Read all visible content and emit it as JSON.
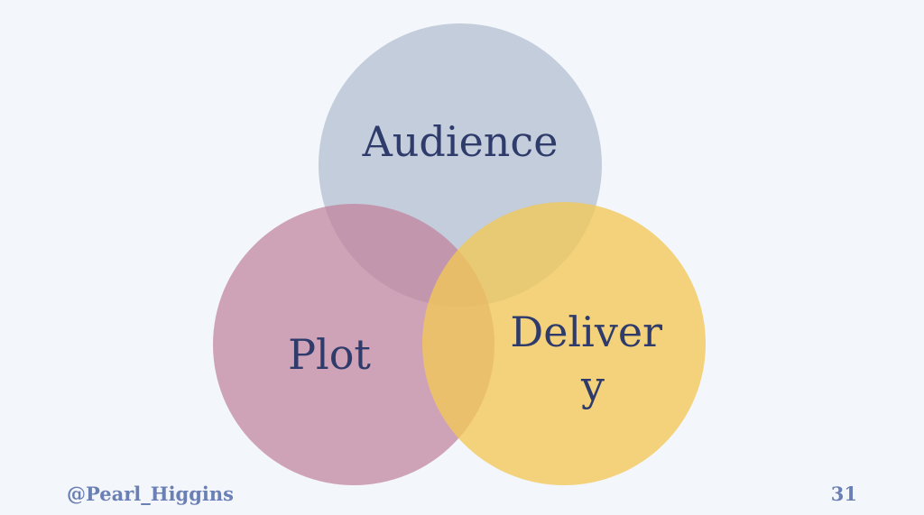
{
  "diagram": {
    "type": "venn",
    "circles": [
      {
        "id": "audience",
        "label_lines": [
          "Audience"
        ],
        "color": "#b2bccf"
      },
      {
        "id": "plot",
        "label_lines": [
          "Plot"
        ],
        "color": "#c0829d"
      },
      {
        "id": "delivery",
        "label_lines": [
          "Deliver",
          "y"
        ],
        "color": "#f2c857"
      }
    ]
  },
  "footer": {
    "handle": "@Pearl_Higgins",
    "page_number": "31"
  }
}
